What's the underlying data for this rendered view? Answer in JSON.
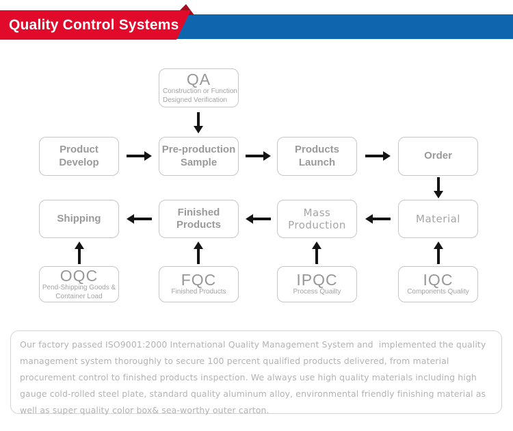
{
  "header": {
    "title": "Quality Control Systems"
  },
  "colors": {
    "banner_red": "#e20a2b",
    "banner_fold_dark_red": "#a30d1d",
    "banner_blue": "#0e67ae",
    "box_border_gray": "#c6c6c6",
    "box_text_gray": "#9a9a9a",
    "arrow_black": "#141414",
    "description_text_gray": "#b3b3b3"
  },
  "flowchart": {
    "qa": {
      "title": "QA",
      "subtitle_line1": "Construction or Function",
      "subtitle_line2": "Designed Verification"
    },
    "row1": {
      "product_develop": {
        "line1": "Product",
        "line2": "Develop"
      },
      "preproduction_sample": {
        "line1": "Pre-production",
        "line2": "Sample"
      },
      "products_launch": {
        "line1": "Products",
        "line2": "Launch"
      },
      "order": {
        "line1": "Order"
      }
    },
    "row2": {
      "shipping": {
        "line1": "Shipping"
      },
      "finished_products": {
        "line1": "Finished",
        "line2": "Products"
      },
      "mass_production": {
        "line1": "Mass",
        "line2": "Production"
      },
      "material": {
        "line1": "Material"
      }
    },
    "row3": {
      "oqc": {
        "title": "OQC",
        "sub_line1": "Pend-Shipping Goods &",
        "sub_line2": "Container Load"
      },
      "fqc": {
        "title": "FQC",
        "sub_line1": "Finished Products"
      },
      "ipqc": {
        "title": "IPQC",
        "sub_line1": "Process Quailty"
      },
      "iqc": {
        "title": "IQC",
        "sub_line1": "Components Quality"
      }
    }
  },
  "description": {
    "lines": [
      "Our factory passed ISO9001:2000 International Quality Management System and  implemented the quality",
      "management system thoroughly to secure 100 percent qualified products delivered, from material",
      "procurement control to finished products inspection. We always use high quality materials including high",
      "gauge cold-rolled steel plate, standard quality aluminum alloy, environmental friendly finishing material as",
      "well as super quality color box& sea-worthy outer carton."
    ]
  }
}
